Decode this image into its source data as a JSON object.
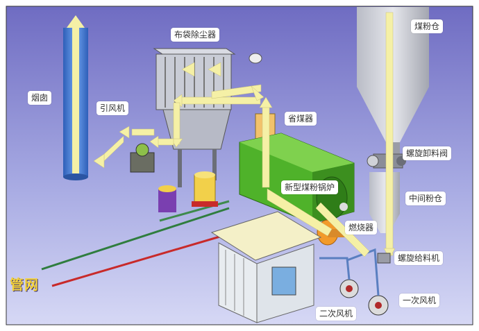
{
  "labels": {
    "chimney": "烟囱",
    "induced_fan": "引风机",
    "bag_filter": "布袋除尘器",
    "economizer": "省煤器",
    "coal_silo": "煤粉仓",
    "screw_discharge_valve": "螺旋卸料阀",
    "intermediate_silo": "中间粉仓",
    "boiler": "新型煤粉锅炉",
    "burner": "燃烧器",
    "screw_feeder": "螺旋给料机",
    "primary_fan": "一次风机",
    "secondary_fan": "二次风机",
    "pipe_network": "管网"
  },
  "colors": {
    "background_top": "#7b78c9",
    "background_bottom": "#cfd3f3",
    "flow_arrow": "#f5f0a6",
    "chimney": "#4a7fd8",
    "boiler": "#4fb22a",
    "pipe_green": "#2f7d3e",
    "pipe_red": "#c82a2a",
    "label_bg": "#ffffff"
  }
}
